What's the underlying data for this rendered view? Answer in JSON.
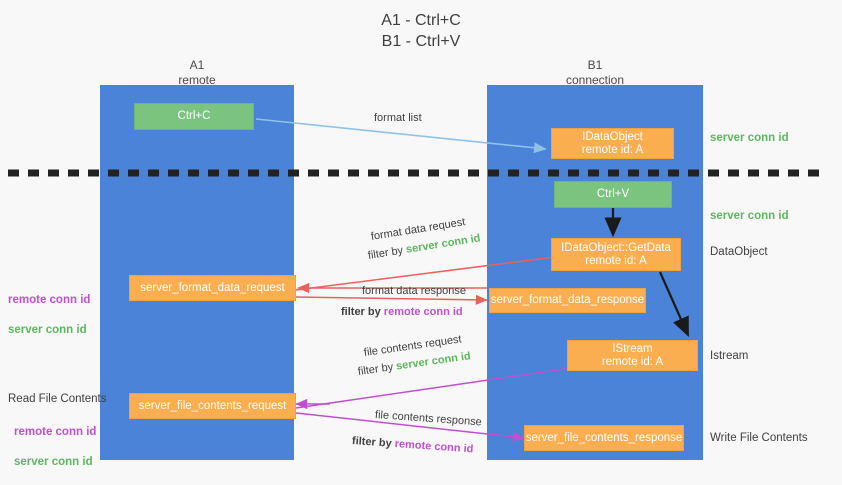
{
  "title": "A1 - Ctrl+C\nB1 - Ctrl+V",
  "columns": {
    "left": {
      "header": "A1\nremote"
    },
    "right": {
      "header": "B1\nconnection"
    }
  },
  "boxes": {
    "ctrl_c": "Ctrl+C",
    "ctrl_v": "Ctrl+V",
    "idataobject": "IDataObject\nremote id: A",
    "idataobject_getdata": "IDataObject::GetData\nremote id: A",
    "istream": "IStream\nremote id: A",
    "server_format_data_request": "server_format_data_request",
    "server_format_data_response": "server_format_data_response",
    "server_file_contents_request": "server_file_contents_request",
    "server_file_contents_response": "server_file_contents_response"
  },
  "edges": {
    "format_list": "format list",
    "format_data_request": "format data request",
    "format_data_response": "format data response",
    "file_contents_request": "file contents request",
    "file_contents_response": "file contents response",
    "filter_by": "filter by",
    "server_conn_id": "server conn id",
    "remote_conn_id": "remote conn id"
  },
  "annotations": {
    "right_server_conn_id_top": "server conn id",
    "right_server_conn_id_mid": "server conn id",
    "dataobject": "DataObject",
    "istream": "Istream",
    "write_file_contents": "Write File Contents",
    "read_file_contents": "Read File Contents",
    "left_conn_stack_top": "remote conn id\nserver conn id",
    "left_conn_stack_bottom": "remote conn id\nserver conn id"
  },
  "colors": {
    "background": "#f8f8f8",
    "column_blue": "#4a83d8",
    "box_orange": "#fbae50",
    "box_green": "#7ac47f",
    "arrow_lightblue": "#8fc2e8",
    "arrow_red": "#e8625c",
    "arrow_magenta": "#c050d0",
    "arrow_black": "#1a1a1a",
    "text_green": "#5cb85c",
    "text_magenta": "#c050d0",
    "divider_black": "#222222"
  }
}
